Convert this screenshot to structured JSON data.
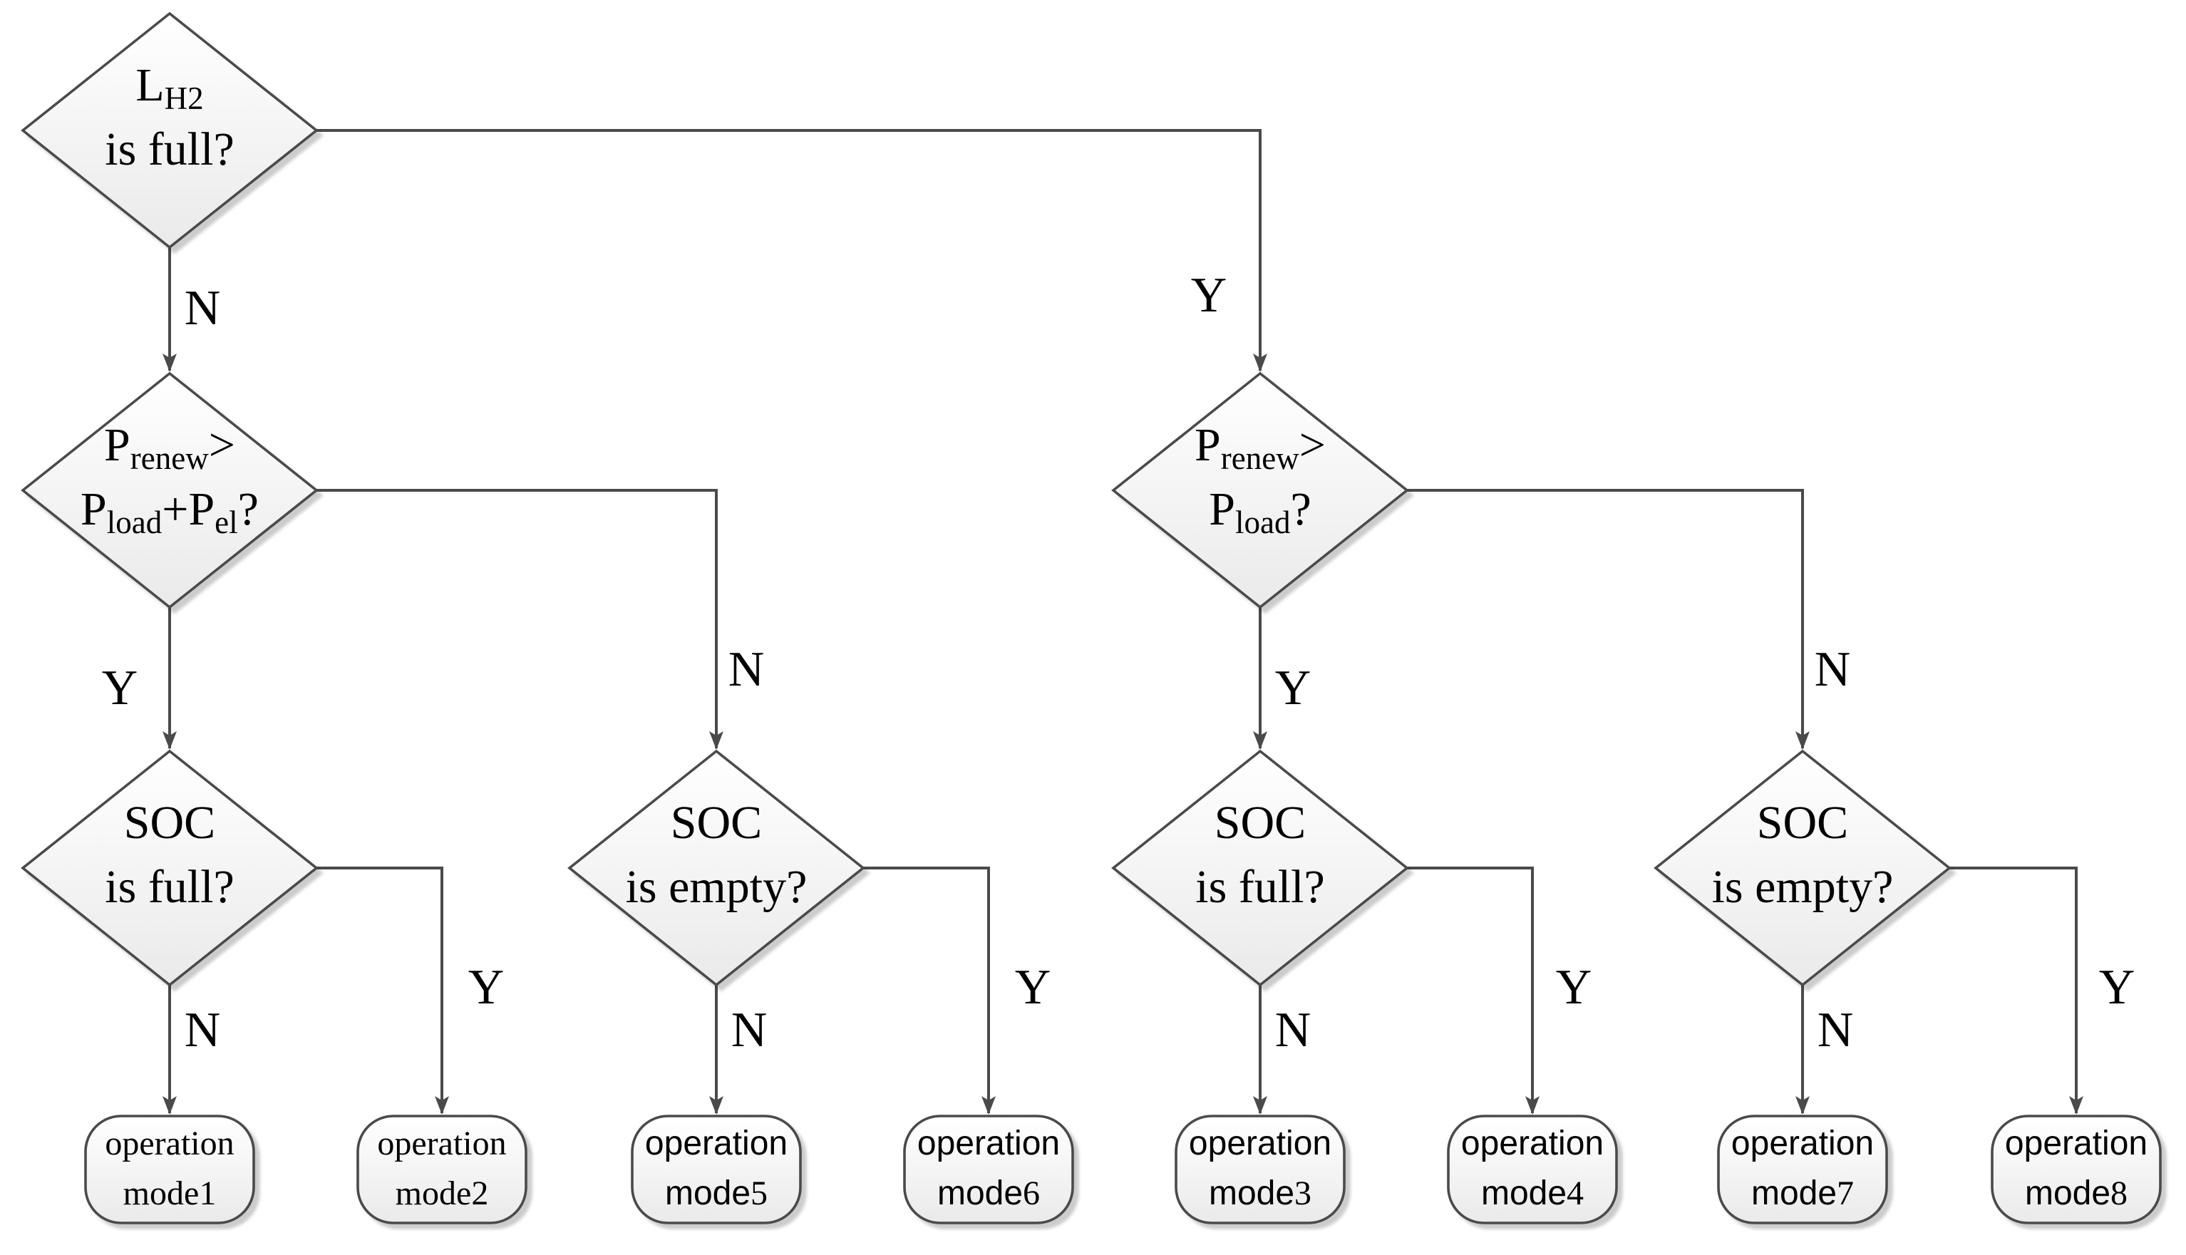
{
  "colors": {
    "background": "#ffffff",
    "line_stroke": "#4a4a4a",
    "node_fill_top": "#ffffff",
    "node_fill_bottom": "#eaeaea",
    "text": "#000000"
  },
  "decisions": {
    "lh2": {
      "l1a": "L",
      "l1sub": "H2",
      "l2": "is full?"
    },
    "prenew_pload_pel": {
      "l1a": "P",
      "l1sub": "renew",
      "l1b": ">",
      "l2a": "P",
      "l2sub1": "load",
      "l2b": "+P",
      "l2sub2": "el",
      "l2c": "?"
    },
    "prenew_pload": {
      "l1a": "P",
      "l1sub": "renew",
      "l1b": ">",
      "l2a": "P",
      "l2sub1": "load",
      "l2b": "?"
    },
    "soc_full_left": {
      "l1": "SOC",
      "l2": "is full?"
    },
    "soc_empty_left": {
      "l1": "SOC",
      "l2": "is empty?"
    },
    "soc_full_right": {
      "l1": "SOC",
      "l2": "is full?"
    },
    "soc_empty_right": {
      "l1": "SOC",
      "l2": "is empty?"
    }
  },
  "edge_labels": {
    "d1_n": "N",
    "d1_y": "Y",
    "d2l_y": "Y",
    "d2l_n": "N",
    "d2r_y": "Y",
    "d2r_n": "N",
    "d3a_n": "N",
    "d3a_y": "Y",
    "d3b_n": "N",
    "d3b_y": "Y",
    "d3c_n": "N",
    "d3c_y": "Y",
    "d3d_n": "N",
    "d3d_y": "Y"
  },
  "terminals": [
    {
      "l1": "operation",
      "l2": "mode",
      "num": "1"
    },
    {
      "l1": "operation",
      "l2": "mode",
      "num": "2"
    },
    {
      "l1": "operation",
      "l2": "mode",
      "num": "5"
    },
    {
      "l1": "operation",
      "l2": "mode",
      "num": "6"
    },
    {
      "l1": "operation",
      "l2": "mode",
      "num": "3"
    },
    {
      "l1": "operation",
      "l2": "mode",
      "num": "4"
    },
    {
      "l1": "operation",
      "l2": "mode",
      "num": "7"
    },
    {
      "l1": "operation",
      "l2": "mode",
      "num": "8"
    }
  ]
}
